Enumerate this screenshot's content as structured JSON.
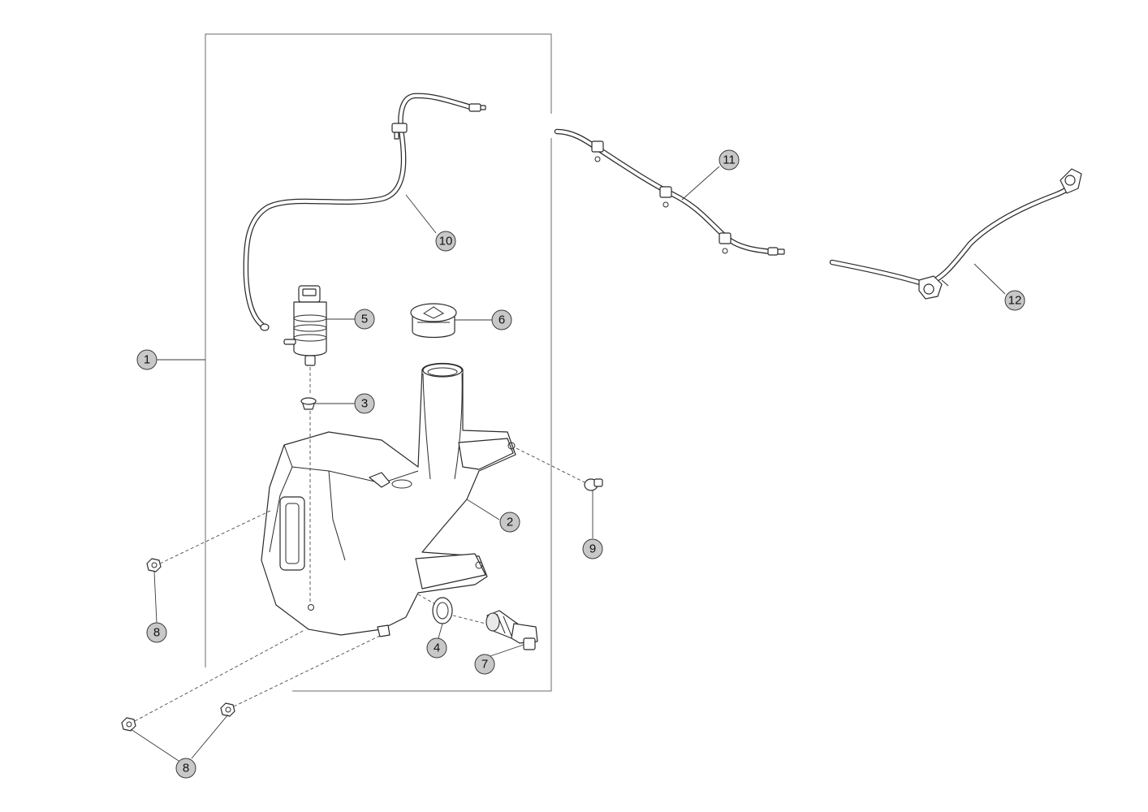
{
  "callouts": [
    {
      "id": "c1",
      "label": "1"
    },
    {
      "id": "c2",
      "label": "2"
    },
    {
      "id": "c3",
      "label": "3"
    },
    {
      "id": "c4",
      "label": "4"
    },
    {
      "id": "c5",
      "label": "5"
    },
    {
      "id": "c6",
      "label": "6"
    },
    {
      "id": "c7",
      "label": "7"
    },
    {
      "id": "c8a",
      "label": "8"
    },
    {
      "id": "c8b",
      "label": "8"
    },
    {
      "id": "c9",
      "label": "9"
    },
    {
      "id": "c10",
      "label": "10"
    },
    {
      "id": "c11",
      "label": "11"
    },
    {
      "id": "c12",
      "label": "12"
    }
  ]
}
